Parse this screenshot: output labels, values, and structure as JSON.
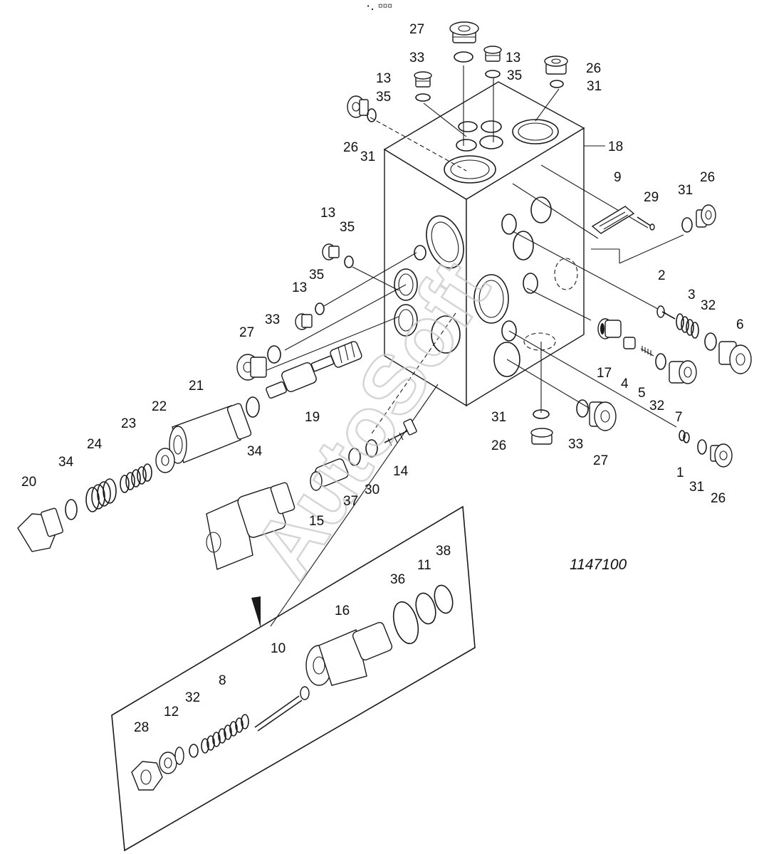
{
  "figure_number": "1147100",
  "watermark": "AutoSoft",
  "corner_mark": "·. ▫▫▫",
  "labels": [
    {
      "id": "l27a",
      "text": "27"
    },
    {
      "id": "l33a",
      "text": "33"
    },
    {
      "id": "l13a",
      "text": "13"
    },
    {
      "id": "l35a",
      "text": "35"
    },
    {
      "id": "l26a",
      "text": "26"
    },
    {
      "id": "l31a",
      "text": "31"
    },
    {
      "id": "l13b",
      "text": "13"
    },
    {
      "id": "l35b",
      "text": "35"
    },
    {
      "id": "l26b",
      "text": "26"
    },
    {
      "id": "l31b",
      "text": "31"
    },
    {
      "id": "l18",
      "text": "18"
    },
    {
      "id": "l9",
      "text": "9"
    },
    {
      "id": "l29",
      "text": "29"
    },
    {
      "id": "l31c",
      "text": "31"
    },
    {
      "id": "l26c",
      "text": "26"
    },
    {
      "id": "l13c",
      "text": "13"
    },
    {
      "id": "l35c",
      "text": "35"
    },
    {
      "id": "l13d",
      "text": "13"
    },
    {
      "id": "l35d",
      "text": "35"
    },
    {
      "id": "l2",
      "text": "2"
    },
    {
      "id": "l3",
      "text": "3"
    },
    {
      "id": "l32a",
      "text": "32"
    },
    {
      "id": "l6",
      "text": "6"
    },
    {
      "id": "l27b",
      "text": "27"
    },
    {
      "id": "l33b",
      "text": "33"
    },
    {
      "id": "l21",
      "text": "21"
    },
    {
      "id": "l19",
      "text": "19"
    },
    {
      "id": "l17",
      "text": "17"
    },
    {
      "id": "l4",
      "text": "4"
    },
    {
      "id": "l5",
      "text": "5"
    },
    {
      "id": "l32b",
      "text": "32"
    },
    {
      "id": "l7",
      "text": "7"
    },
    {
      "id": "l22",
      "text": "22"
    },
    {
      "id": "l23",
      "text": "23"
    },
    {
      "id": "l24",
      "text": "24"
    },
    {
      "id": "l34a",
      "text": "34"
    },
    {
      "id": "l34b",
      "text": "34"
    },
    {
      "id": "l20",
      "text": "20"
    },
    {
      "id": "l31d",
      "text": "31"
    },
    {
      "id": "l26d",
      "text": "26"
    },
    {
      "id": "l33c",
      "text": "33"
    },
    {
      "id": "l27c",
      "text": "27"
    },
    {
      "id": "l14",
      "text": "14"
    },
    {
      "id": "l30",
      "text": "30"
    },
    {
      "id": "l37",
      "text": "37"
    },
    {
      "id": "l15",
      "text": "15"
    },
    {
      "id": "l1",
      "text": "1"
    },
    {
      "id": "l31e",
      "text": "31"
    },
    {
      "id": "l26e",
      "text": "26"
    },
    {
      "id": "l36",
      "text": "36"
    },
    {
      "id": "l11",
      "text": "11"
    },
    {
      "id": "l38",
      "text": "38"
    },
    {
      "id": "l16",
      "text": "16"
    },
    {
      "id": "l10",
      "text": "10"
    },
    {
      "id": "l8",
      "text": "8"
    },
    {
      "id": "l32c",
      "text": "32"
    },
    {
      "id": "l12",
      "text": "12"
    },
    {
      "id": "l28",
      "text": "28"
    }
  ]
}
